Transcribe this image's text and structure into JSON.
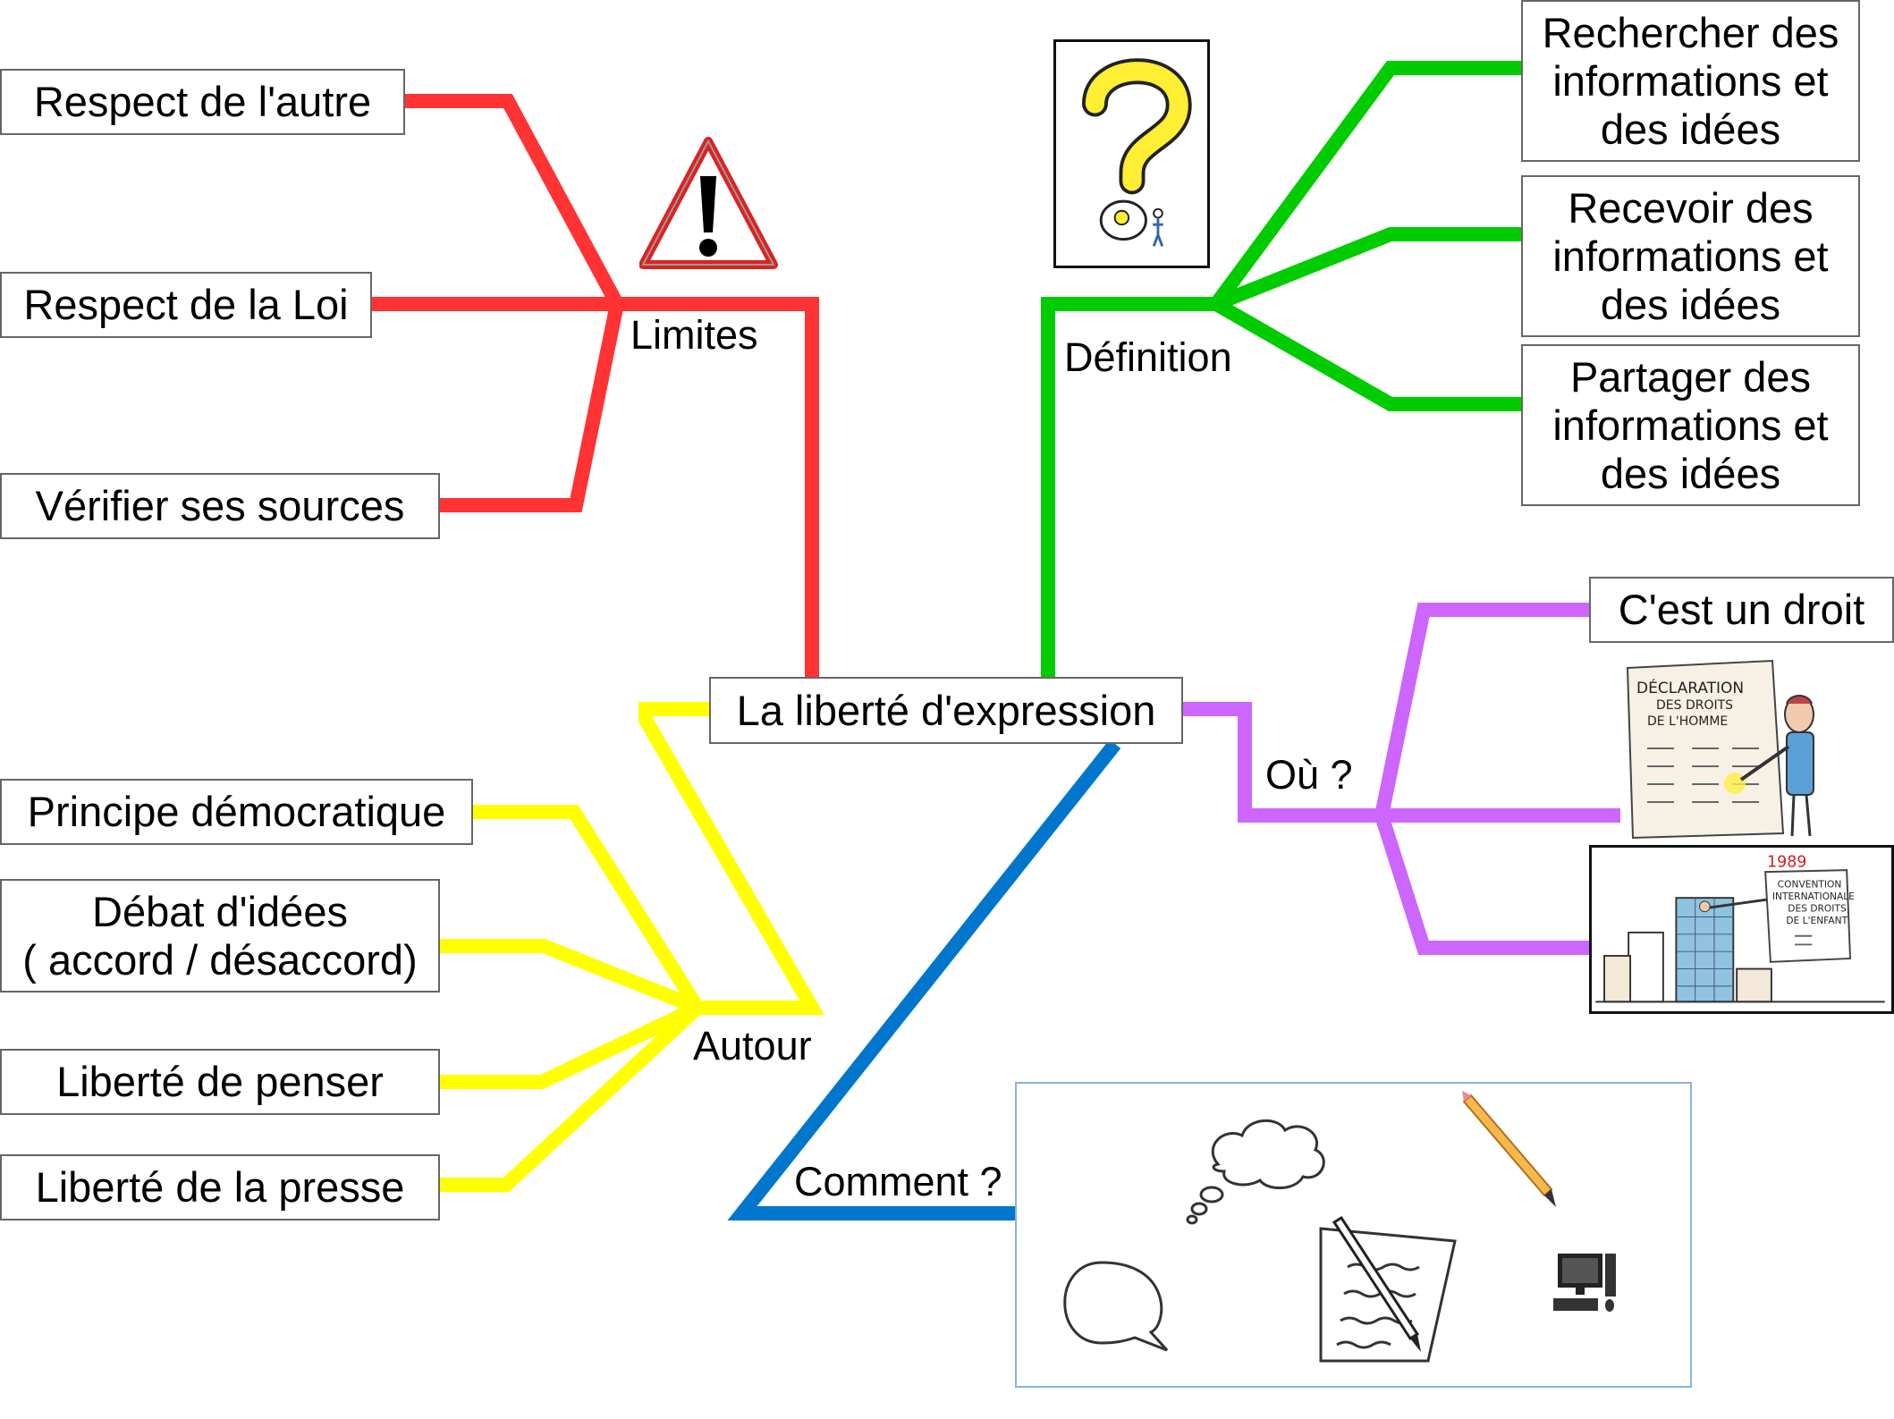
{
  "center": {
    "label": "La liberté d'expression"
  },
  "branches": {
    "limites": {
      "label": "Limites",
      "color": "#ff3333",
      "icon": "warning-triangle-icon",
      "children": [
        "Respect de l'autre",
        "Respect de la Loi",
        "Vérifier ses sources"
      ]
    },
    "definition": {
      "label": "Définition",
      "color": "#00cc00",
      "icon": "question-mark-icon",
      "children": [
        [
          "Rechercher des",
          "informations et",
          "des idées"
        ],
        [
          "Recevoir des",
          "informations et",
          "des idées"
        ],
        [
          "Partager des",
          "informations et",
          "des idées"
        ]
      ]
    },
    "ou": {
      "label": "Où ?",
      "color": "#cc66ff",
      "children": [
        "C'est un droit"
      ],
      "images": [
        {
          "name": "declaration-droits-homme-image",
          "text_lines": [
            "DÉCLARATION",
            "DES DROITS",
            "DE L'HOMME"
          ]
        },
        {
          "name": "convention-droits-enfant-image",
          "year": "1989",
          "text_lines": [
            "CONVENTION",
            "INTERNATIONALE",
            "DES DROITS",
            "DE L'ENFANT"
          ]
        }
      ]
    },
    "autour": {
      "label": "Autour",
      "color": "#ffff00",
      "children": [
        [
          "Principe démocratique"
        ],
        [
          "Débat d'idées",
          "( accord / désaccord)"
        ],
        [
          "Liberté de penser"
        ],
        [
          "Liberté de la presse"
        ]
      ]
    },
    "comment": {
      "label": "Comment ?",
      "color": "#0077cc",
      "icons": [
        "speech-bubble-icon",
        "thought-cloud-icon",
        "writing-paper-icon",
        "pencil-icon",
        "computer-icon"
      ]
    }
  }
}
